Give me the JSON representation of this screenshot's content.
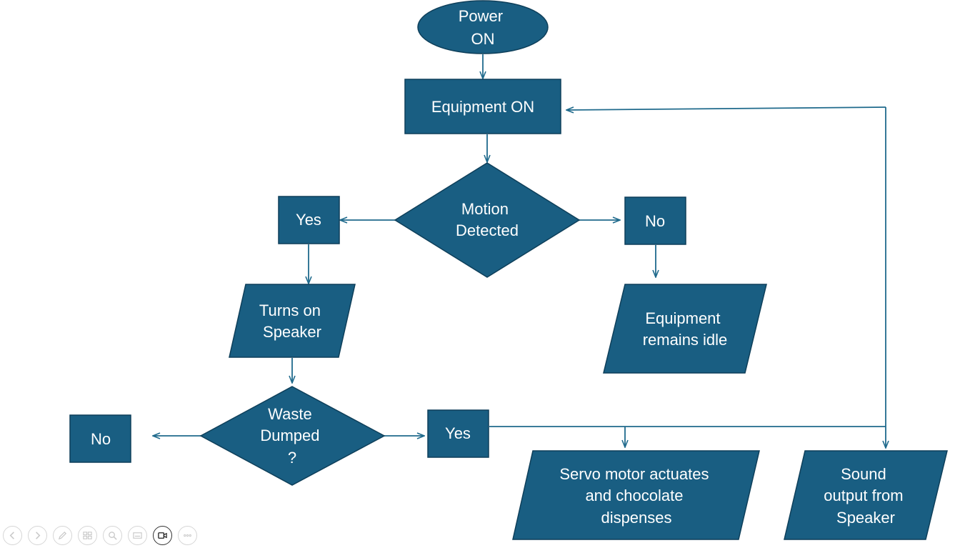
{
  "colors": {
    "node_fill": "#195e82",
    "node_stroke": "#0e3f5a",
    "edge": "#1f6a8c",
    "text": "#ffffff"
  },
  "nodes": {
    "power_on": [
      "Power",
      "ON"
    ],
    "equipment_on": [
      "Equipment ON"
    ],
    "motion_detected": [
      "Motion",
      "Detected"
    ],
    "yes_motion": [
      "Yes"
    ],
    "no_motion": [
      "No"
    ],
    "turns_on_speaker": [
      "Turns on",
      "Speaker"
    ],
    "equipment_idle": [
      "Equipment",
      "remains idle"
    ],
    "waste_dumped": [
      "Waste",
      "Dumped",
      "?"
    ],
    "no_waste": [
      "No"
    ],
    "yes_waste": [
      "Yes"
    ],
    "servo_motor": [
      "Servo motor actuates",
      "and chocolate",
      "dispenses"
    ],
    "sound_output": [
      "Sound",
      "output from",
      "Speaker"
    ]
  },
  "toolbar_icons": [
    "previous-icon",
    "next-icon",
    "pen-icon",
    "slides-icon",
    "zoom-icon",
    "subtitles-icon",
    "camera-icon",
    "more-icon"
  ]
}
